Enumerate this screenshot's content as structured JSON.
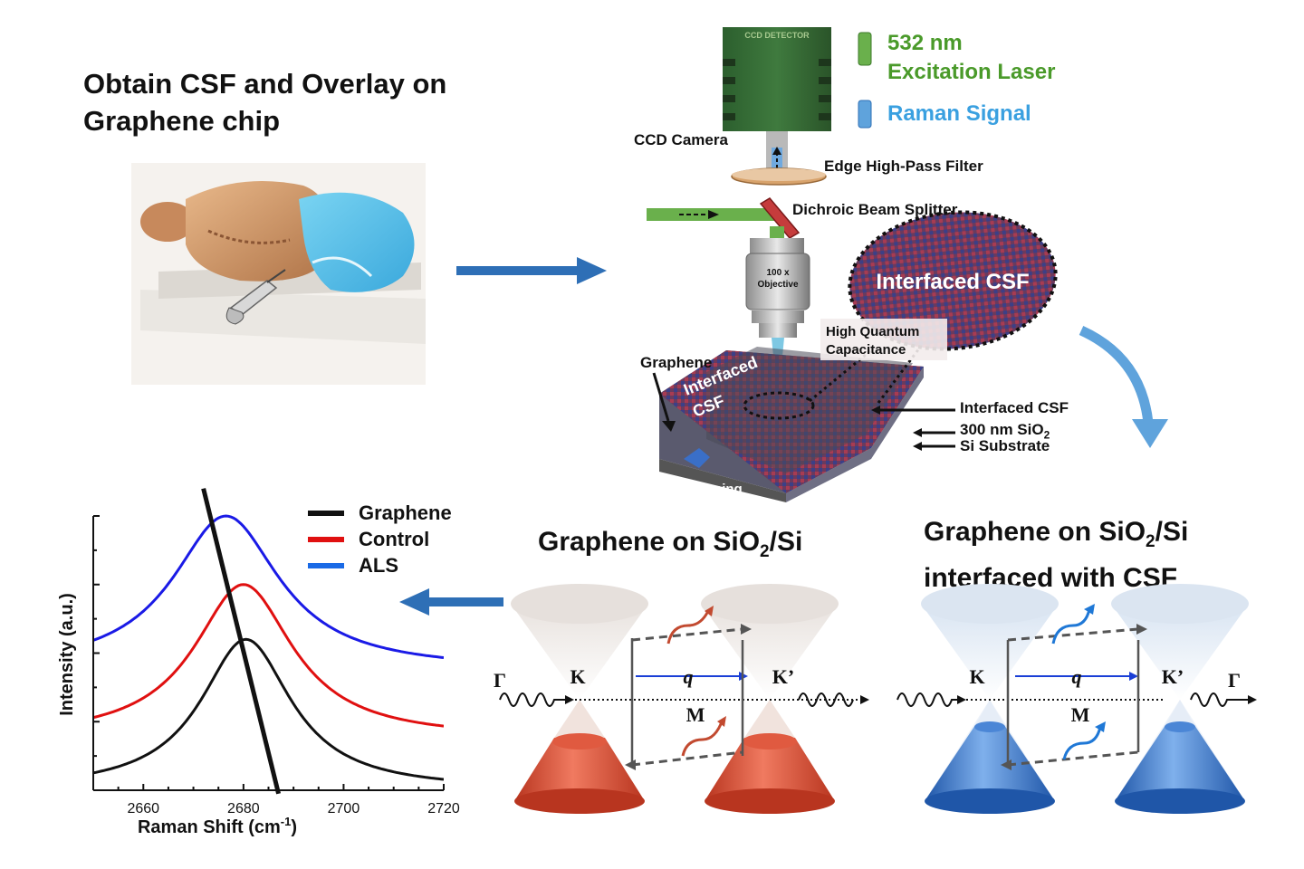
{
  "top_left": {
    "title_line1": "Obtain CSF and Overlay on",
    "title_line2": "Graphene chip"
  },
  "setup": {
    "detector_label": "CCD DETECTOR",
    "legend_laser_line1": "532 nm",
    "legend_laser_line2": "Excitation Laser",
    "legend_raman": "Raman Signal",
    "ccd_camera": "CCD Camera",
    "edge_filter": "Edge High-Pass Filter",
    "beam_splitter": "Dichroic Beam Splitter",
    "objective_line1": "100 x",
    "objective_line2": "Objective",
    "interfaced_csf_zoom": "Interfaced CSF",
    "hqc_line1": "High Quantum",
    "hqc_line2": "Capacitance",
    "graphene": "Graphene",
    "chip_csf_line1": "Interfaced",
    "chip_csf_line2": "CSF",
    "layer_csf": "Interfaced CSF",
    "layer_sio2_main": "300 nm SiO",
    "layer_sio2_sub": "2",
    "layer_si": "Si Substrate",
    "xy_scanning": "x-y scanning"
  },
  "panel_mid": {
    "title_main": "Graphene on SiO",
    "title_sub": "2",
    "title_end": "/Si"
  },
  "panel_right": {
    "title_main": "Graphene on SiO",
    "title_sub": "2",
    "title_end": "/Si",
    "title_line2": "interfaced with CSF"
  },
  "band": {
    "K": "K",
    "Kp": "K’",
    "q": "q",
    "M": "M",
    "Gamma": "Γ"
  },
  "colors": {
    "arrow_dark": "#2e6fb6",
    "arrow_light": "#5fa3dc",
    "red_cone": "#cf4a30",
    "blue_cone": "#2f74c8"
  },
  "chart_data": {
    "type": "line",
    "xlabel_main": "Raman Shift (cm",
    "xlabel_sup": "-1",
    "xlabel_end": ")",
    "ylabel": "Intensity (a.u.)",
    "xlim": [
      2650,
      2720
    ],
    "ylim": [
      0,
      4
    ],
    "xticks": [
      "2660",
      "2680",
      "2700",
      "2720"
    ],
    "xtick_values": [
      2660,
      2680,
      2700,
      2720
    ],
    "legend_position": "top-right",
    "series": [
      {
        "name": "Graphene",
        "color": "#111111",
        "center": 2680.5,
        "width": 11,
        "peak": 2.2,
        "base": 0.0
      },
      {
        "name": "Control",
        "color": "#e01010",
        "center": 2680,
        "width": 12,
        "peak": 2.25,
        "base": 0.75
      },
      {
        "name": "ALS",
        "color": "#1a1ae6",
        "center": 2676.5,
        "width": 13,
        "peak": 2.25,
        "base": 1.75
      }
    ],
    "trend_line": {
      "x": [
        2672,
        2687
      ],
      "y": [
        4.4,
        -0.05
      ]
    }
  }
}
